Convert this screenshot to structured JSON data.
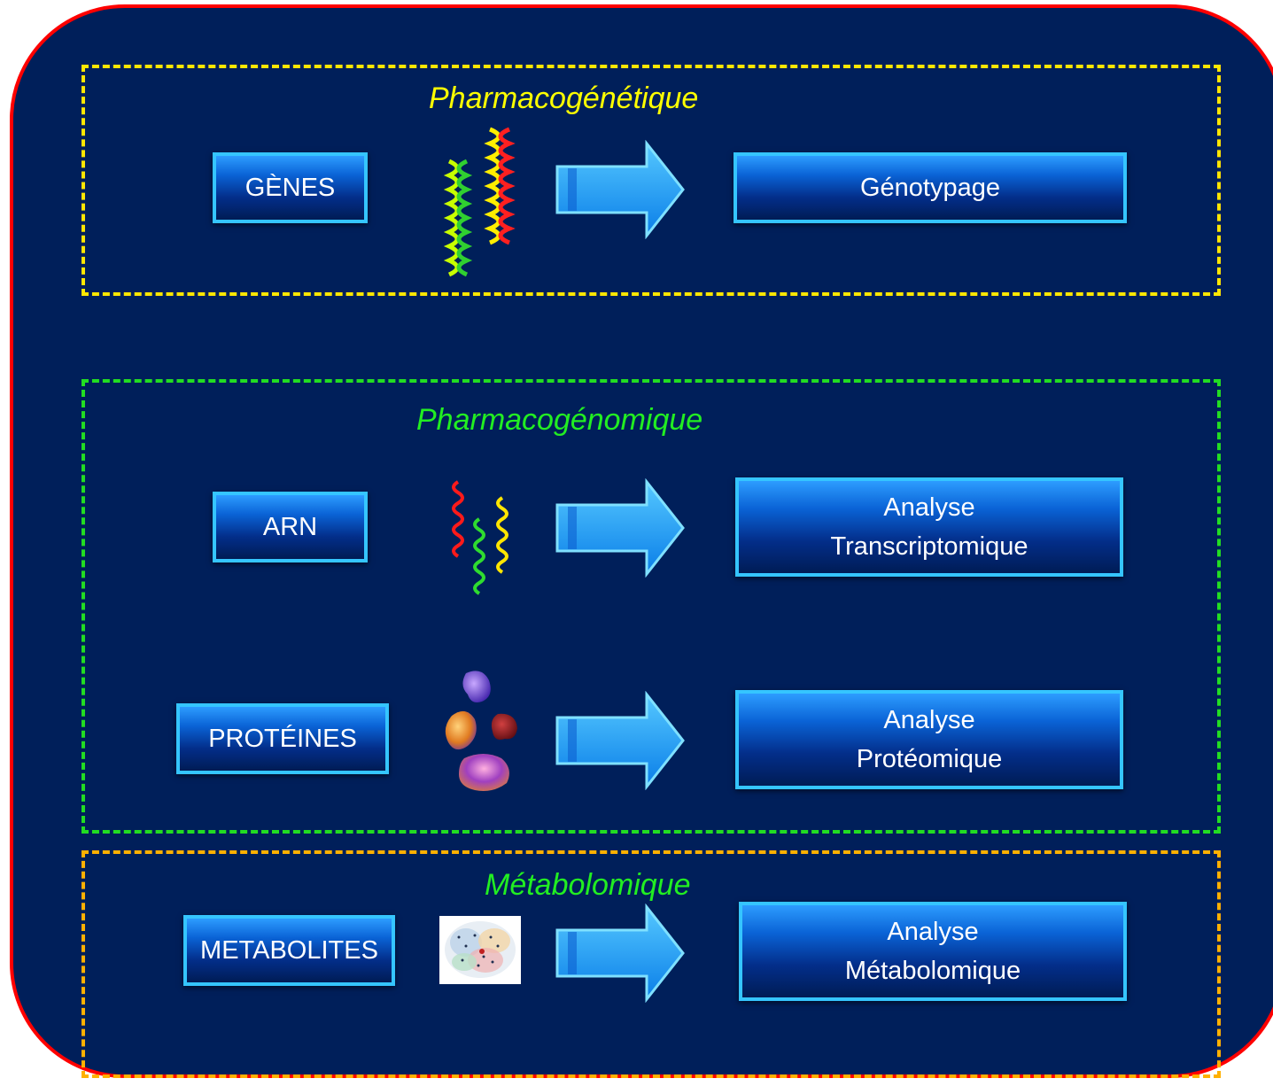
{
  "sections": {
    "genetique": {
      "title": "Pharmacogénétique",
      "border_color": "#ffe600"
    },
    "genomique": {
      "title": "Pharmacogénomique",
      "border_color": "#22dd22"
    },
    "metabolomique": {
      "title": "Métabolomique",
      "border_color": "#ffb000"
    }
  },
  "rows": {
    "genes": {
      "source": "GÈNES",
      "result_line1": "Génotypage",
      "result_line2": "",
      "icon": "dna-double-helix-icon"
    },
    "arn": {
      "source": "ARN",
      "result_line1": "Analyse",
      "result_line2": "Transcriptomique",
      "icon": "rna-strands-icon"
    },
    "proteines": {
      "source": "PROTÉINES",
      "result_line1": "Analyse",
      "result_line2": "Protéomique",
      "icon": "protein-blobs-icon"
    },
    "metabolites": {
      "source": "METABOLITES",
      "result_line1": "Analyse",
      "result_line2": "Métabolomique",
      "icon": "metabolite-network-icon"
    }
  },
  "colors": {
    "background": "#001f5a",
    "outer_border": "#ff0000",
    "box_border": "#35c5ff",
    "arrow": "#1fa8ff"
  }
}
